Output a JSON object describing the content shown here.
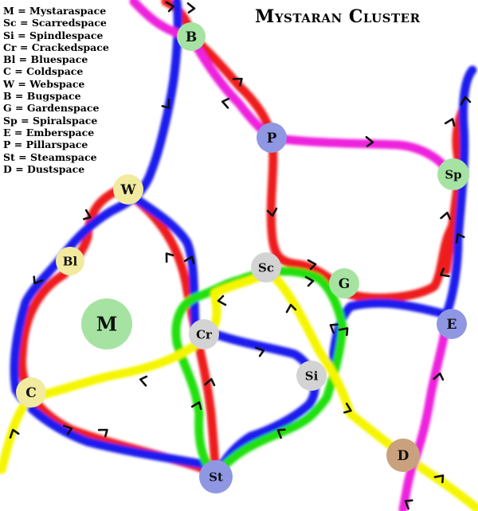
{
  "title": "Mystaran Cluster",
  "legend": [
    {
      "abbr": "M",
      "name": "Mystaraspace"
    },
    {
      "abbr": "Sc",
      "name": "Scarredspace"
    },
    {
      "abbr": "Si",
      "name": "Spindlespace"
    },
    {
      "abbr": "Cr",
      "name": "Crackedspace"
    },
    {
      "abbr": "Bl",
      "name": "Bluespace"
    },
    {
      "abbr": "C",
      "name": "Coldspace"
    },
    {
      "abbr": "W",
      "name": "Webspace"
    },
    {
      "abbr": "B",
      "name": "Bugspace"
    },
    {
      "abbr": "G",
      "name": "Gardenspace"
    },
    {
      "abbr": "Sp",
      "name": "Spiralspace"
    },
    {
      "abbr": "E",
      "name": "Emberspace"
    },
    {
      "abbr": "P",
      "name": "Pillarspace"
    },
    {
      "abbr": "St",
      "name": "Steamspace"
    },
    {
      "abbr": "D",
      "name": "Dustspace"
    }
  ],
  "colors": {
    "red": "#ee1c1c",
    "blue": "#1a1aee",
    "green": "#22e011",
    "yellow": "#f5f500",
    "magenta": "#ee22dd",
    "node_green": "#a6e3a2",
    "node_yellow": "#f1ea9f",
    "node_grey": "#d3d3d3",
    "node_blue": "#8f97e3",
    "node_brown": "#c9a17e"
  },
  "nodes": [
    {
      "id": "M",
      "label": "M",
      "color": "#a6e3a2"
    },
    {
      "id": "Sc",
      "label": "Sc",
      "color": "#d3d3d3"
    },
    {
      "id": "Si",
      "label": "Si",
      "color": "#d3d3d3"
    },
    {
      "id": "Cr",
      "label": "Cr",
      "color": "#d3d3d3"
    },
    {
      "id": "Bl",
      "label": "Bl",
      "color": "#f1ea9f"
    },
    {
      "id": "C",
      "label": "C",
      "color": "#f1ea9f"
    },
    {
      "id": "W",
      "label": "W",
      "color": "#f1ea9f"
    },
    {
      "id": "B",
      "label": "B",
      "color": "#a6e3a2"
    },
    {
      "id": "G",
      "label": "G",
      "color": "#a6e3a2"
    },
    {
      "id": "Sp",
      "label": "Sp",
      "color": "#a6e3a2"
    },
    {
      "id": "E",
      "label": "E",
      "color": "#8f97e3"
    },
    {
      "id": "P",
      "label": "P",
      "color": "#8f97e3"
    },
    {
      "id": "St",
      "label": "St",
      "color": "#8f97e3"
    },
    {
      "id": "D",
      "label": "D",
      "color": "#c9a17e"
    }
  ],
  "routes": [
    {
      "id": "red-west-loop",
      "color": "#ee1c1c"
    },
    {
      "id": "red-inner-arc",
      "color": "#ee1c1c"
    },
    {
      "id": "red-north",
      "color": "#ee1c1c"
    },
    {
      "id": "red-east",
      "color": "#ee1c1c"
    },
    {
      "id": "blue-north-west",
      "color": "#1a1aee"
    },
    {
      "id": "blue-south-loop",
      "color": "#1a1aee"
    },
    {
      "id": "blue-east",
      "color": "#1a1aee"
    },
    {
      "id": "green-loop",
      "color": "#22e011"
    },
    {
      "id": "yellow-diagonal",
      "color": "#f5f500"
    },
    {
      "id": "yellow-south",
      "color": "#f5f500"
    },
    {
      "id": "magenta-north",
      "color": "#ee22dd"
    },
    {
      "id": "magenta-south-east",
      "color": "#ee22dd"
    }
  ]
}
